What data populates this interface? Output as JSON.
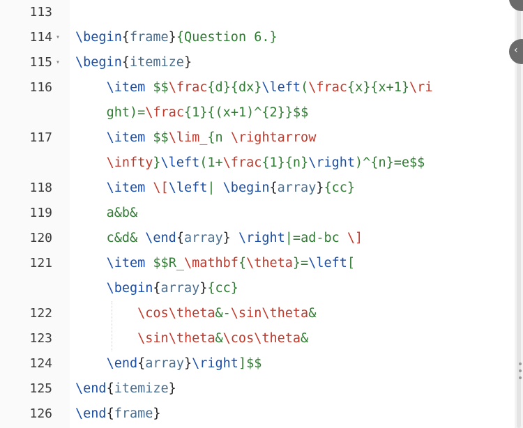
{
  "editor": {
    "lines": [
      {
        "num": "113",
        "fold": "",
        "text": ""
      },
      {
        "num": "114",
        "fold": "▾",
        "text": "\\begin{frame}{Question 6.}"
      },
      {
        "num": "115",
        "fold": "▾",
        "text": "\\begin{itemize}"
      },
      {
        "num": "116",
        "fold": "",
        "text": "    \\item $$\\frac{d}{dx}\\left(\\frac{x}{x+1}\\ri"
      },
      {
        "num": "",
        "fold": "",
        "text": "    ght)=\\frac{1}{(x+1)^{2}}$$"
      },
      {
        "num": "117",
        "fold": "",
        "text": "    \\item $$\\lim_{n \\rightarrow"
      },
      {
        "num": "",
        "fold": "",
        "text": "    \\infty}\\left(1+\\frac{1}{n}\\right)^{n}=e$$"
      },
      {
        "num": "118",
        "fold": "",
        "text": "    \\item \\[\\left| \\begin{array}{cc}"
      },
      {
        "num": "119",
        "fold": "",
        "text": "    a&b&"
      },
      {
        "num": "120",
        "fold": "",
        "text": "    c&d& \\end{array} \\right|=ad-bc \\]"
      },
      {
        "num": "121",
        "fold": "",
        "text": "    \\item $$R_\\mathbf{\\theta}=\\left["
      },
      {
        "num": "",
        "fold": "",
        "text": "    \\begin{array}{cc}"
      },
      {
        "num": "122",
        "fold": "",
        "text": "        \\cos\\theta&-\\sin\\theta&"
      },
      {
        "num": "123",
        "fold": "",
        "text": "        \\sin\\theta&\\cos\\theta&"
      },
      {
        "num": "124",
        "fold": "",
        "text": "    \\end{array}\\right]$$"
      },
      {
        "num": "125",
        "fold": "",
        "text": "\\end{itemize}"
      },
      {
        "num": "126",
        "fold": "",
        "text": "\\end{frame}"
      }
    ]
  },
  "icons": {
    "fold_marker": "chevron-down-icon",
    "edge_top": "overflow-icon",
    "edge_mid": "chevron-left-icon",
    "edge_bottom": "drag-handle-icon"
  }
}
